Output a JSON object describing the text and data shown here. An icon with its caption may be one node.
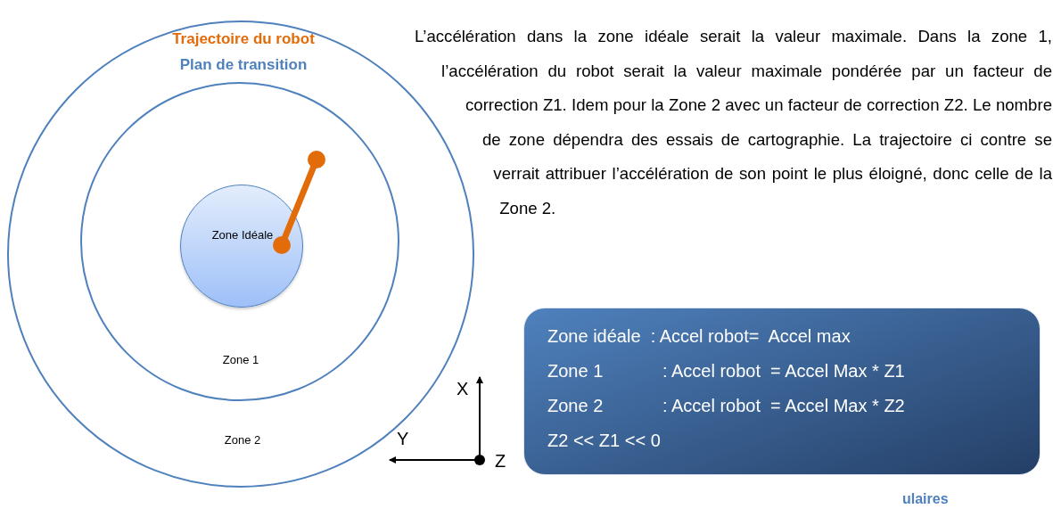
{
  "diagram": {
    "nodes": [
      {
        "text": [
          "Zone 2"
        ]
      },
      {
        "text": [
          "Zone 1"
        ],
        "in": 0
      },
      {
        "text": [
          "Zone Idéale"
        ],
        "in": 1
      },
      {
        "text": [
          "Zone idéale  : Accel robot=  Accel max",
          "Zone 1            : Accel robot  = Accel Max * Z1",
          "Zone 2            : Accel robot  = Accel Max * Z2",
          "Z2 << Z1 << 0"
        ]
      }
    ],
    "labels": [
      "Trajectoire du robot",
      "Plan de transition",
      "L’accélération dans la zone idéale serait la valeur maximale. Dans la zone 1, l’accélération du robot serait la valeur maximale pondérée par un facteur de correction Z1. Idem pour la Zone 2 avec un facteur de correction Z2. Le nombre de zone dépendra des essais de cartographie. La trajectoire ci contre se verrait attribuer l’accélération de son point le plus éloigné, donc celle de la Zone 2.",
      "X",
      "Y",
      "Z",
      "ulaires"
    ]
  }
}
